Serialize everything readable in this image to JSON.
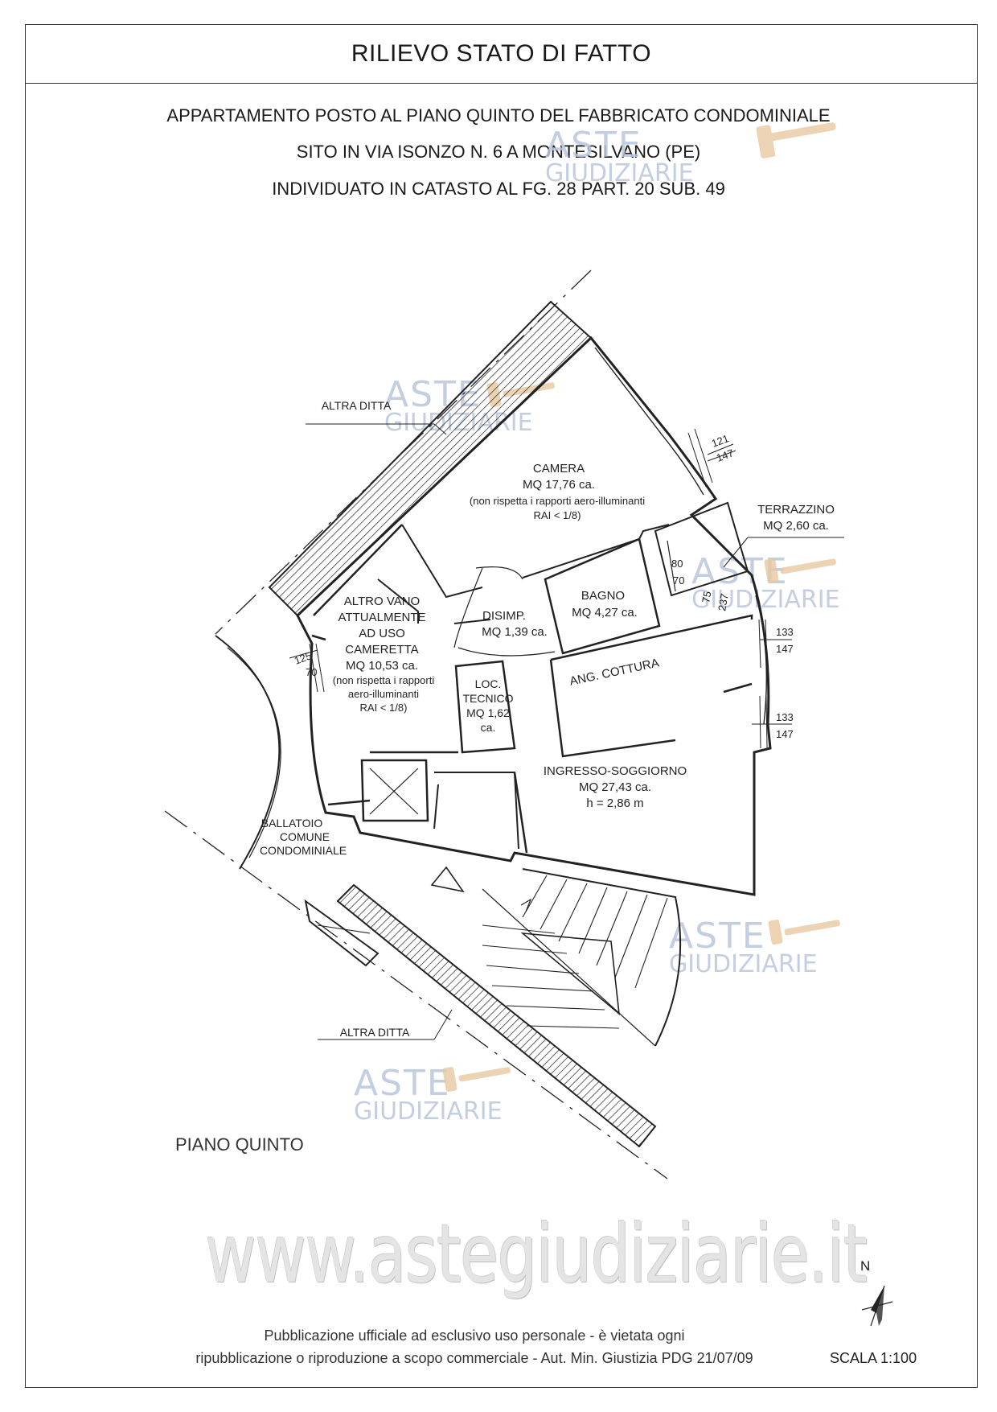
{
  "header": {
    "title": "RILIEVO STATO DI FATTO",
    "line1": "APPARTAMENTO POSTO AL PIANO QUINTO DEL FABBRICATO CONDOMINIALE",
    "line2": "SITO IN VIA ISONZO N. 6 A MONTESILVANO (PE)",
    "line3": "INDIVIDUATO IN CATASTO AL FG. 28 PART. 20 SUB. 49"
  },
  "rooms": {
    "camera": {
      "name": "CAMERA",
      "area": "MQ 17,76 ca.",
      "note1": "(non rispetta i rapporti aero-illuminanti",
      "note2": "RAI < 1/8)"
    },
    "terrazzino": {
      "name": "TERRAZZINO",
      "area": "MQ 2,60 ca."
    },
    "bagno": {
      "name": "BAGNO",
      "area": "MQ 4,27 ca."
    },
    "disimp": {
      "name": "DISIMP.",
      "area": "MQ 1,39 ca."
    },
    "cameretta": {
      "l1": "ALTRO VANO",
      "l2": "ATTUALMENTE",
      "l3": "AD USO",
      "l4": "CAMERETTA",
      "area": "MQ 10,53 ca.",
      "note1": "(non rispetta i rapporti",
      "note2": "aero-illuminanti",
      "note3": "RAI < 1/8)"
    },
    "loc_tecnico": {
      "l1": "LOC.",
      "l2": "TECNICO",
      "area": "MQ 1,62",
      "l4": "ca."
    },
    "cottura": {
      "name": "ANG. COTTURA"
    },
    "soggiorno": {
      "name": "INGRESSO-SOGGIORNO",
      "area": "MQ 27,43 ca.",
      "height": "h = 2,86 m"
    },
    "ballatoio": {
      "l1": "BALLATOIO",
      "l2": "COMUNE",
      "l3": "CONDOMINIALE"
    }
  },
  "labels": {
    "altra_ditta_top": "ALTRA DITTA",
    "altra_ditta_bottom": "ALTRA DITTA",
    "floor": "PIANO QUINTO",
    "north": "N",
    "scale": "SCALA 1:100"
  },
  "dimensions": {
    "w1_top": "121",
    "w1_bot": "147",
    "w2_top": "80",
    "w2_bot": "70",
    "w3_a": "75",
    "w3_b": "237",
    "w4_top": "133",
    "w4_bot": "147",
    "w5_top": "133",
    "w5_bot": "147",
    "w6_top": "125",
    "w6_bot": "70"
  },
  "watermark": {
    "brand_top": "ASTE",
    "brand_bottom": "GIUDIZIARIE",
    "site": "www.astegiudiziarie.it",
    "footer1": "Pubblicazione ufficiale ad esclusivo uso personale - è vietata ogni",
    "footer2": "ripubblicazione o riproduzione a scopo commerciale - Aut. Min. Giustizia PDG 21/07/09"
  },
  "colors": {
    "line": "#222222",
    "watermark": "#b9c6dc",
    "hammer": "#e8c9a0"
  }
}
